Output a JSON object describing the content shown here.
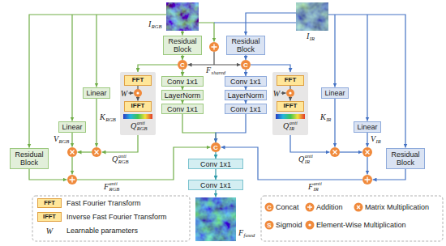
{
  "diagram": {
    "nodes": [
      {
        "text": [
          "Residual Block"
        ]
      },
      {
        "text": [
          "Residual Block"
        ]
      },
      {
        "text": [
          "C"
        ]
      },
      {
        "text": [
          "C"
        ]
      },
      {
        "text": [
          "Q",
          "anti",
          "RGB"
        ]
      },
      {
        "text": [
          "FFT"
        ],
        "in": 4
      },
      {
        "text": [
          "IFFT"
        ],
        "in": 4
      },
      {
        "text": [
          "Conv 1x1"
        ]
      },
      {
        "text": [
          "LayerNorm"
        ]
      },
      {
        "text": [
          "Conv 1x1"
        ]
      },
      {
        "text": [
          "Conv 1x1"
        ]
      },
      {
        "text": [
          "LayerNorm"
        ]
      },
      {
        "text": [
          "Conv 1x1"
        ]
      },
      {
        "text": [
          "Q",
          "anti",
          "IR"
        ]
      },
      {
        "text": [
          "FFT"
        ],
        "in": 13
      },
      {
        "text": [
          "IFFT"
        ],
        "in": 13
      },
      {
        "text": [
          "Linear"
        ]
      },
      {
        "text": [
          "Linear"
        ]
      },
      {
        "text": [
          "Residual Block"
        ]
      },
      {
        "text": [
          "Linear"
        ]
      },
      {
        "text": [
          "Linear"
        ]
      },
      {
        "text": [
          "Residual Block"
        ]
      },
      {
        "text": [
          "C"
        ]
      },
      {
        "text": [
          "Conv 1x1"
        ]
      },
      {
        "text": [
          "Conv 1x1"
        ]
      }
    ],
    "edges": [
      {
        "from": 0,
        "to": 2,
        "arrow": "to"
      },
      {
        "from": 1,
        "to": 3,
        "arrow": "to"
      },
      {
        "from": 2,
        "to": 7,
        "arrow": "to"
      },
      {
        "from": 3,
        "to": 10,
        "arrow": "to"
      },
      {
        "from": 2,
        "to": 4,
        "arrow": "to"
      },
      {
        "from": 3,
        "to": 13,
        "arrow": "to"
      },
      {
        "from": 5,
        "to": 6,
        "arrow": "to"
      },
      {
        "from": 14,
        "to": 15,
        "arrow": "to"
      },
      {
        "from": 7,
        "to": 8,
        "arrow": "to"
      },
      {
        "from": 8,
        "to": 9,
        "arrow": "to"
      },
      {
        "from": 10,
        "to": 11,
        "arrow": "to"
      },
      {
        "from": 11,
        "to": 12,
        "arrow": "to"
      },
      {
        "from": 9,
        "to": 22,
        "arrow": "to"
      },
      {
        "from": 12,
        "to": 22,
        "arrow": "to"
      },
      {
        "from": 22,
        "to": 23,
        "arrow": "to"
      },
      {
        "from": 23,
        "to": 24,
        "arrow": "to"
      }
    ],
    "labels": [
      "I",
      "RGB",
      "I",
      "IR",
      "F",
      "shared",
      "W",
      "W",
      "K",
      "RGB",
      "V",
      "RGB",
      "Q",
      "anti",
      "RGB",
      "F",
      "anti",
      "RGB",
      "K",
      "IR",
      "V",
      "IR",
      "Q",
      "anti",
      "IR",
      "F",
      "anti",
      "IR",
      "F",
      "fused",
      "FFT",
      "IFFT",
      "W",
      "C",
      "S"
    ],
    "legend": [
      {
        "text": "Fast Fourier Transform",
        "color": "#ffe699"
      },
      {
        "text": "Inverse Fast Fourier Transform",
        "color": "#ffe699"
      },
      {
        "text": "Learnable parameters"
      },
      {
        "text": "Concat"
      },
      {
        "text": "Addition"
      },
      {
        "text": "Matrix Multiplication"
      },
      {
        "text": "Sigmoid"
      },
      {
        "text": "Element-Wise Multiplication"
      }
    ]
  }
}
